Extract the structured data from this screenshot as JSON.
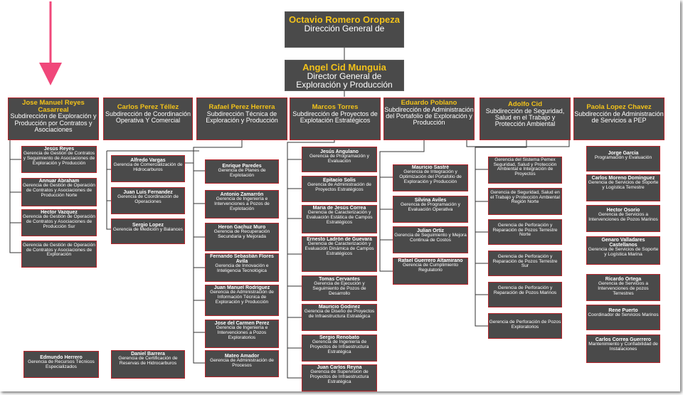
{
  "top": [
    {
      "name": "Octavio Romero Oropeza",
      "title": "Dirección General de"
    },
    {
      "name": "Angel Cid Munguia",
      "title": "Director General de Exploración y Producción"
    }
  ],
  "subdirections": [
    {
      "name": "Jose Manuel Reyes Casarreal",
      "title": "Subdirección de Exploración y Producción por Contratos y Asociaciones"
    },
    {
      "name": "Carlos Perez Téllez",
      "title": "Subdirección de Coordinación Operativa Y Comercial"
    },
    {
      "name": "Rafael Perez Herrera",
      "title": "Subdirección Técnica de Exploración y Producción"
    },
    {
      "name": "Marcos Torres",
      "title": "Subdirección de Proyectos de Explotación Estratégicos"
    },
    {
      "name": "Eduardo Poblano",
      "title": "Subdirección de Administración del Portafolio de Exploración y Producción"
    },
    {
      "name": "Adolfo Cid",
      "title": "Subdirección de Seguridad, Salud en el Trabajo y Protección Ambiental"
    },
    {
      "name": "Paola Lopez Chavez",
      "title": "Subdirección de Administración de Servicios a PEP"
    }
  ],
  "columns": {
    "col1": [
      {
        "name": "Jesús Reyes",
        "title": "Gerencia de Gestión de Contratos y Seguimiento de Asociaciones de Exploración y Producción"
      },
      {
        "name": "Annuar Abraham",
        "title": "Gerencia de Gestión de Operación de Contratos y Asociaciones de Producción Norte"
      },
      {
        "name": "Hector Vazquez",
        "title": "Gerencia de Gestión de Operación de Contratos y Asociaciones de Producción Sur"
      },
      {
        "name": "",
        "title": "Gerencia de Gestión de Operación de Contratos y Asociaciones de Exploración"
      },
      {
        "name": "Edmundo Herrero",
        "title": "Gerencia de Recursos Técnicos Especializados"
      }
    ],
    "col2": [
      {
        "name": "Alfredo Vargas",
        "title": "Gerencia de Comercialización de Hidrocarburos"
      },
      {
        "name": "Juan Luis Fernandez",
        "title": "Gerencia de Coordinación de Operaciones"
      },
      {
        "name": "Sergio Lopez",
        "title": "Gerencia de Medición y Balances"
      },
      {
        "name": "Daniel Barrera",
        "title": "Gerencia de Certificación de Reservas de Hidrocarburos"
      }
    ],
    "col3": [
      {
        "name": "Enrique Paredes",
        "title": "Gerencia de Planes de Explotación"
      },
      {
        "name": "Antonio Zamarrón",
        "title": "Gerencia de Ingeniería e Intervenciones a Pozos de Explotación"
      },
      {
        "name": "Heron Gachuz Muro",
        "title": "Gerencia de Recuperación Secundaria y Mejorada"
      },
      {
        "name": "Fernando Sebastián Flores Avila",
        "title": "Gerencia de Innovación e Inteligencia Tecnológica"
      },
      {
        "name": "Juan Manuel Rodríguez",
        "title": "Gerencia de Administración de Información Técnica de Exploración y Producción"
      },
      {
        "name": "Jose del Carmen Perez",
        "title": "Gerencia de Ingeniería e Intervenciones a Pozos Exploratorios"
      },
      {
        "name": "Mateo Amador",
        "title": "Gerencia de Administración de Procesos"
      }
    ],
    "col4": [
      {
        "name": "Jesús Angulano",
        "title": "Gerencia de Programación y Evaluación"
      },
      {
        "name": "Epitacio Solis",
        "title": "Gerencia de Administración de Proyectos Estratégicos"
      },
      {
        "name": "Maria de Jesús Correa",
        "title": "Gerencia de Caracterización y Evaluación Estática de Campos Estratégicos"
      },
      {
        "name": "Ernesto Ladrón de Guevara",
        "title": "Gerencia de Caracterización y Evaluación Dinámica de Campos Estratégicos"
      },
      {
        "name": "Tomas Cervantes",
        "title": "Gerencia de Ejecución y Seguimiento de Pozos de Desarrollo"
      },
      {
        "name": "Mauricio Godinez",
        "title": "Gerencia de Diseño de Proyectos de Infraestructura Estratégica"
      },
      {
        "name": "Sergio Renobato",
        "title": "Gerencia de Ingeniería de Proyectos de Infraestructura Estratégica"
      },
      {
        "name": "Juan Carlos Reyna",
        "title": "Gerencia de Supervisión de Proyectos de Infraestructura Estratégica"
      }
    ],
    "col5": [
      {
        "name": "Mauricio Sastré",
        "title": "Gerencia de Integración y Optimización del Portafolio de Exploración y Producción"
      },
      {
        "name": "Silvina Aviles",
        "title": "Gerencia de Programación y Evaluación Operativa"
      },
      {
        "name": "Julian Ortiz",
        "title": "Gerencia de Seguimiento y Mejora Continua de Costos"
      },
      {
        "name": "Rafael Guerrero Altamirano",
        "title": "Gerencia de Cumplimiento Regulatorio"
      }
    ],
    "col6": [
      {
        "name": "",
        "title": "Gerencia del Sistema Pemex Seguridad, Salud y Protección Ambiental e Integración de Proyectos"
      },
      {
        "name": "",
        "title": "Gerencia de Seguridad, Salud en el Trabajo y Protección Ambiental Región Norte"
      },
      {
        "name": "",
        "title": "Gerencia de Perforación y Reparación de Pozos Terrestre Norte"
      },
      {
        "name": "",
        "title": "Gerencia de Perforación y Reparación de Pozos Terrestre Sur"
      },
      {
        "name": "",
        "title": "Gerencia de Perforación y Reparación de Pozos Marinos"
      },
      {
        "name": "",
        "title": "Gerencia de Perforación de Pozos Exploratorios"
      }
    ],
    "col7": [
      {
        "name": "Jorge Garcia",
        "title": "Programación y Evaluación"
      },
      {
        "name": "Carlos Moreno Dominguez",
        "title": "Gerencia de Servicios de Soporte y Logística Terrestre"
      },
      {
        "name": "Hector Osorio",
        "title": "Gerencia de Servicios a Intervenciones de Pozos Marinos"
      },
      {
        "name": "Genaro Valladares Castellanos",
        "title": "Gerencia de Servicios de Soporte y Logística Marina"
      },
      {
        "name": "Ricardo Ortega",
        "title": "Gerencia de Servicios a Intervenciones de pozos Terrestres"
      },
      {
        "name": "Rene Puerto",
        "title": "Coordinador de Servicios Marinos"
      },
      {
        "name": "Carlos Correa Guerrero",
        "title": "Mantenimiento y Confiabilidad de Instalaciones"
      }
    ]
  },
  "colors": {
    "box_fill": "#4a4a4a",
    "box_border": "#b8242a",
    "name_highlight": "#f2c21a",
    "arrow": "#f0477a"
  }
}
